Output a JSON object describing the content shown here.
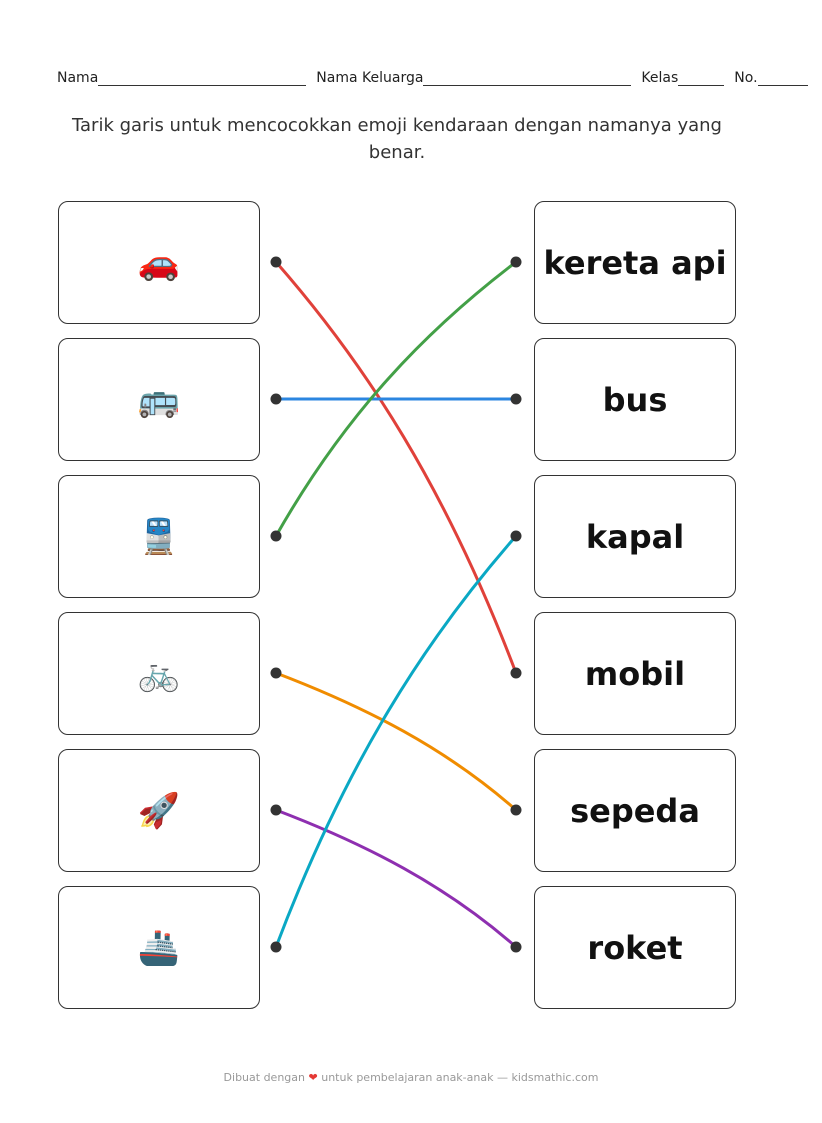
{
  "header": {
    "name_label": "Nama",
    "family_label": "Nama Keluarga",
    "class_label": "Kelas",
    "no_label": "No."
  },
  "instruction": "Tarik garis untuk mencocokkan emoji kendaraan dengan namanya yang benar.",
  "left_items": [
    {
      "icon": "car-icon",
      "emoji": "🚗"
    },
    {
      "icon": "bus-icon",
      "emoji": "🚌"
    },
    {
      "icon": "train-icon",
      "emoji": "🚆"
    },
    {
      "icon": "bicycle-icon",
      "emoji": "🚲"
    },
    {
      "icon": "rocket-icon",
      "emoji": "🚀"
    },
    {
      "icon": "ship-icon",
      "emoji": "🚢"
    }
  ],
  "right_items": [
    "kereta api",
    "bus",
    "kapal",
    "mobil",
    "sepeda",
    "roket"
  ],
  "matches": [
    {
      "from": 0,
      "to": 3,
      "color": "#e0413a"
    },
    {
      "from": 1,
      "to": 1,
      "color": "#2b86e0"
    },
    {
      "from": 2,
      "to": 0,
      "color": "#43a047"
    },
    {
      "from": 3,
      "to": 4,
      "color": "#f08c00"
    },
    {
      "from": 4,
      "to": 5,
      "color": "#8e2fb0"
    },
    {
      "from": 5,
      "to": 2,
      "color": "#0aa8c4"
    }
  ],
  "footer": {
    "before": "Dibuat dengan",
    "heart": "❤",
    "after": "untuk pembelajaran anak-anak — kidsmathic.com"
  }
}
